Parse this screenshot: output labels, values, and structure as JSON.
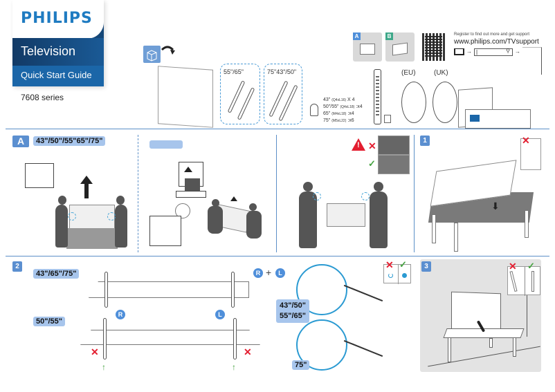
{
  "cover": {
    "brand": "PHILIPS",
    "product": "Television",
    "guide": "Quick Start Guide",
    "series": "7608 series",
    "colors": {
      "brand_blue": "#1f7bc1",
      "band_dark": "#123a66",
      "band_light": "#1b66a8"
    }
  },
  "box_contents": {
    "stand_groups": [
      {
        "label": "55\"/65\""
      },
      {
        "label": "75\"43\"/50\""
      }
    ],
    "screws": [
      {
        "size": "43\"",
        "spec": "(Q4xL16)",
        "qty": "X 4"
      },
      {
        "size": "50\"/55\"",
        "spec": "(Q4xL18)",
        "qty": ":x4"
      },
      {
        "size": "65\"",
        "spec": "(M4xL18)",
        "qty": ":x4"
      },
      {
        "size": "75\"",
        "spec": "(M5xL22)",
        "qty": ":x6"
      }
    ],
    "mount_options": [
      {
        "badge": "A"
      },
      {
        "badge": "B"
      }
    ],
    "power_cords": [
      {
        "label": "(EU)"
      },
      {
        "label": "(UK)"
      }
    ]
  },
  "support": {
    "register_text": "Register to find out more and get support",
    "url": "www.philips.com/TVsupport",
    "search_placeholder": "|",
    "arrow": "→",
    "search_icon": "search-icon"
  },
  "section_a": {
    "badge": "A",
    "sizes": "43\"/50\"/55\"65\"/75\""
  },
  "section_warning": {
    "warning_icon": "warning-triangle-icon",
    "bad_mark": "✕",
    "good_mark": "✓"
  },
  "step1": {
    "badge": "1",
    "bad_mark": "✕"
  },
  "step2": {
    "badge": "2",
    "group1_sizes": "43\"/65\"/75\"",
    "group2_sizes": "50\"/55\"",
    "right_label": "R",
    "left_label": "L",
    "plus": "+",
    "bad_mark": "✕",
    "good_mark": "✓",
    "up_arrow": "↑",
    "zoom1_sizes_line1": "43\"/50\"",
    "zoom1_sizes_line2": "55\"/65\"",
    "zoom2_sizes": "75\""
  },
  "step3": {
    "badge": "3",
    "bad_mark": "✕",
    "good_mark": "✓"
  }
}
